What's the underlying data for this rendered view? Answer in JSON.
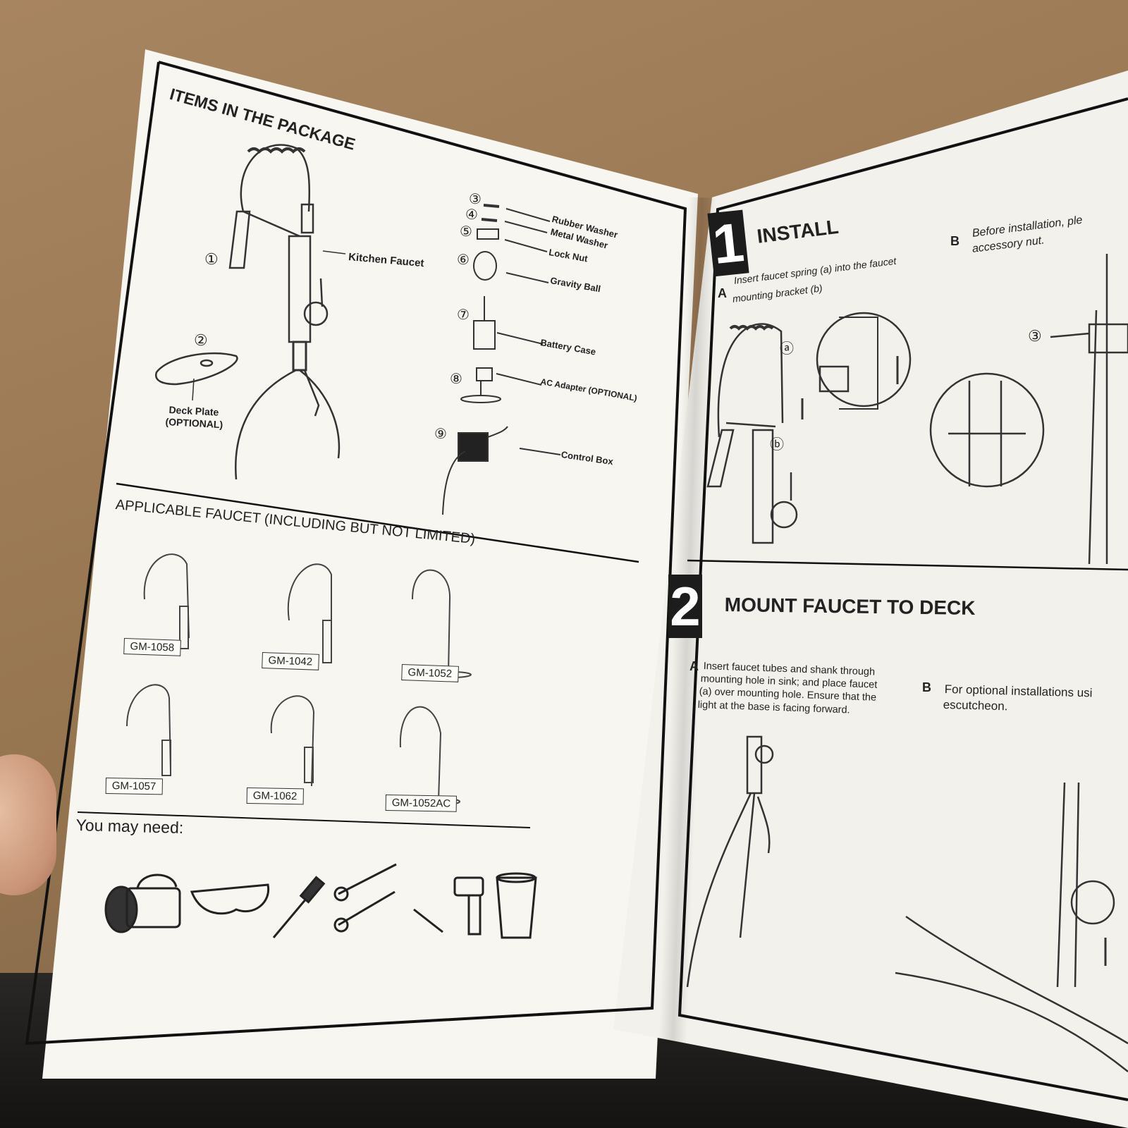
{
  "left_page": {
    "items_title": "ITEMS IN THE PACKAGE",
    "items": [
      {
        "num": "①",
        "label": "Kitchen Faucet"
      },
      {
        "num": "②",
        "label": "Deck Plate",
        "label2": "(OPTIONAL)"
      },
      {
        "num": "③",
        "label": "Rubber Washer"
      },
      {
        "num": "④",
        "label": "Metal Washer"
      },
      {
        "num": "⑤",
        "label": "Lock Nut"
      },
      {
        "num": "⑥",
        "label": "Gravity Ball"
      },
      {
        "num": "⑦",
        "label": "Battery Case"
      },
      {
        "num": "⑧",
        "label": "AC Adapter (OPTIONAL)"
      },
      {
        "num": "⑨",
        "label": "Control Box"
      }
    ],
    "applicable_title": "APPLICABLE FAUCET (INCLUDING BUT NOT LIMITED)",
    "models": [
      "GM-1058",
      "GM-1042",
      "GM-1052",
      "GM-1057",
      "GM-1062",
      "GM-1052AC"
    ],
    "you_may_need": "You may need:",
    "tool_icons": [
      "flashlight-icon",
      "safety-glasses-icon",
      "screwdriver-icon",
      "wrench-icon",
      "pencil-icon",
      "drill-icon",
      "bucket-icon"
    ]
  },
  "right_page": {
    "step1": {
      "number": "1",
      "title": "INSTALL",
      "a_letter": "A",
      "a_line1": "Insert faucet spring (a) into the faucet",
      "a_line2": "mounting bracket (b)",
      "b_letter": "B",
      "b_line1": "Before installation, ple",
      "b_line2": "accessory nut.",
      "callout_a": "ⓐ",
      "callout_b": "ⓑ",
      "callout_3": "③"
    },
    "step2": {
      "number": "2",
      "title": "MOUNT FAUCET TO DECK",
      "a_letter": "A",
      "a_lines": [
        "Insert faucet tubes and shank through",
        "mounting hole in sink; and place faucet",
        "(a) over mounting hole. Ensure that the",
        "light at the base is facing forward."
      ],
      "b_letter": "B",
      "b_line1": "For optional installations usi",
      "b_line2": "escutcheon."
    }
  }
}
